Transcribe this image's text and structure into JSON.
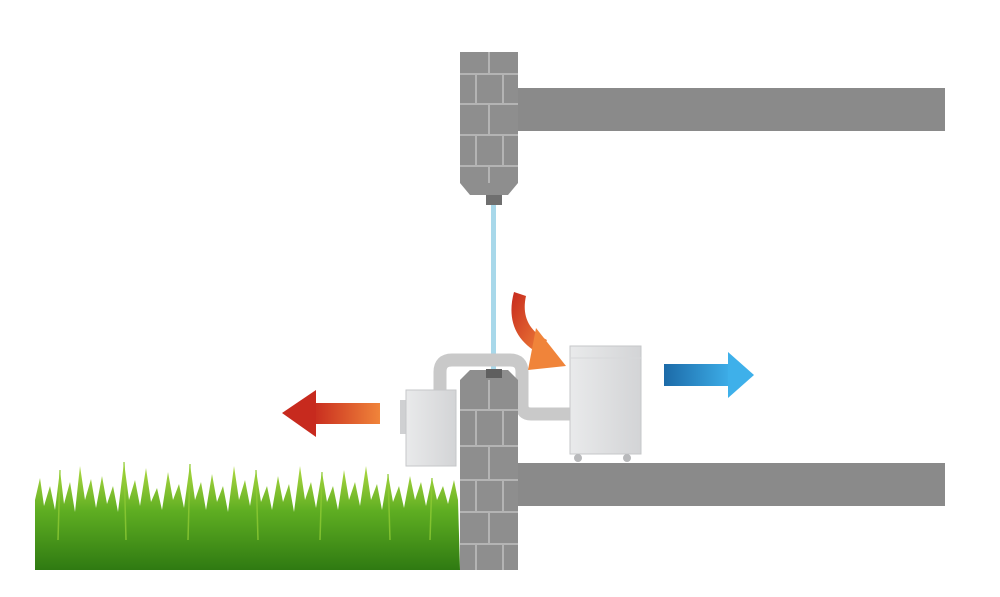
{
  "title": "",
  "colors": {
    "background": "#ffffff",
    "brick": "#8e8e8e",
    "brick_mortar": "#b4b4b4",
    "beam": "#8a8a8a",
    "duct": "#c9c9c9",
    "unit_body": "#e2e3e4",
    "unit_edge": "#c6c7c9",
    "pipe": "#a8d8ea",
    "hot_arrow_start": "#f0843a",
    "hot_arrow_end": "#c72a1e",
    "cold_arrow_start": "#1c6aa8",
    "cold_arrow_end": "#3eb0ea",
    "grass_dark": "#3f8f1a",
    "grass_light": "#a8d63a"
  },
  "icons": [
    "brick-wall",
    "ceiling-beam",
    "floor-beam",
    "indoor-unit",
    "outdoor-unit",
    "vent-duct",
    "condensate-pipe",
    "hot-air-arrow",
    "curved-hot-air-arrow",
    "cool-air-arrow",
    "grass"
  ]
}
